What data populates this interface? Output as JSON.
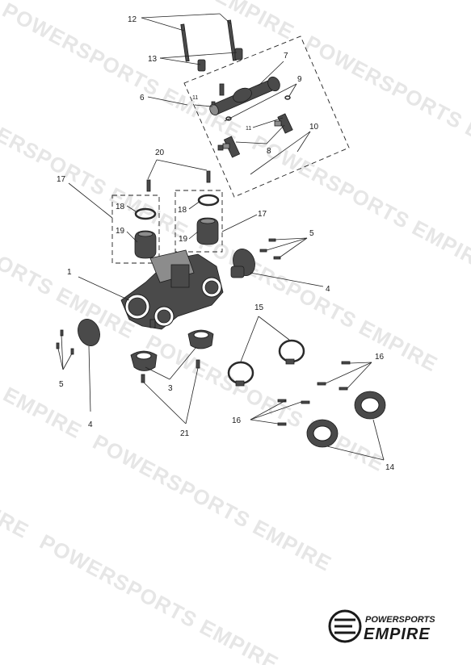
{
  "watermark": "POWERSPORTS EMPIRE",
  "callouts": {
    "c1": "1",
    "c3": "3",
    "c4a": "4",
    "c4b": "4",
    "c5a": "5",
    "c5b": "5",
    "c6": "6",
    "c7": "7",
    "c8": "8",
    "c9": "9",
    "c10": "10",
    "c11a": "11",
    "c11b": "11",
    "c12": "12",
    "c13": "13",
    "c14": "14",
    "c15": "15",
    "c16a": "16",
    "c16b": "16",
    "c17a": "17",
    "c17b": "17",
    "c18a": "18",
    "c18b": "18",
    "c19a": "19",
    "c19b": "19",
    "c20": "20",
    "c21": "21"
  },
  "logo": {
    "top": "POWERSPORTS",
    "main": "EMPIRE"
  },
  "colors": {
    "part_dark": "#4a4a4a",
    "part_light": "#8c8c8c",
    "watermark": "#e6e6e6"
  }
}
